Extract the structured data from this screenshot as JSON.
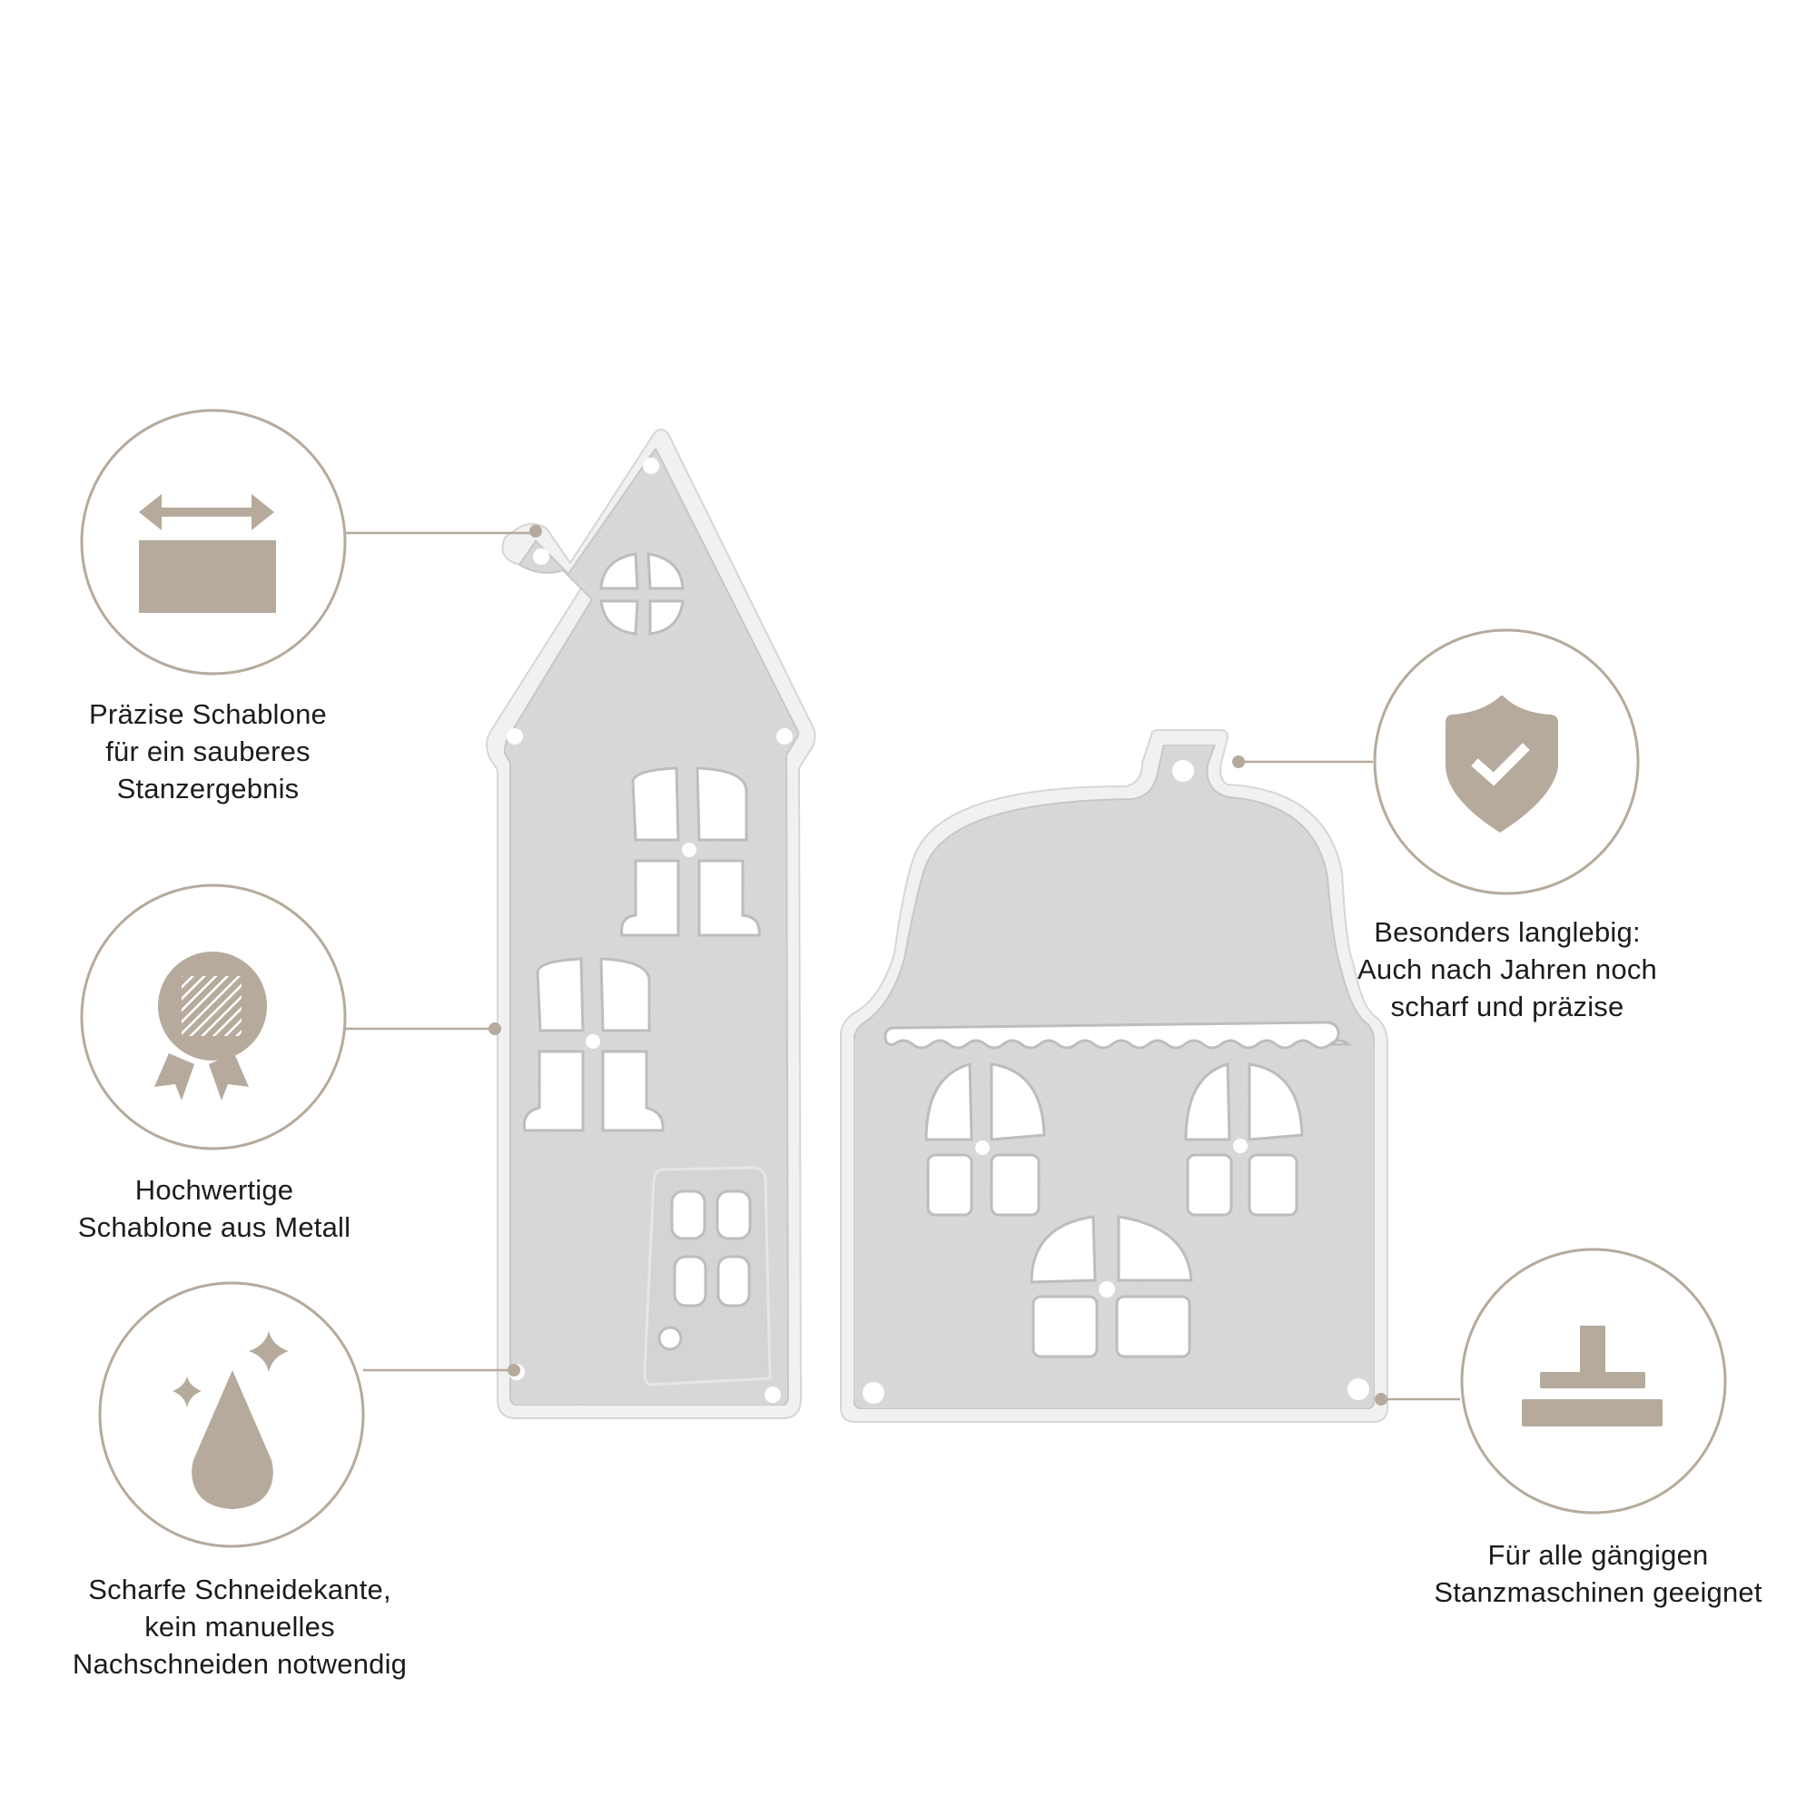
{
  "colors": {
    "accent": "#b5aa9c",
    "text": "#1c1c1c",
    "metal": "#dcdcdc",
    "metal_edge": "#eeeeee",
    "background": "#ffffff"
  },
  "product": {
    "items": [
      {
        "name": "tall-house-die",
        "description": "Tall narrow house die with pointed gable roof, chimney, quatrefoil attic window, two four-pane windows and a door"
      },
      {
        "name": "wide-house-die",
        "description": "Wide house die with domed roof, hanging tab, scalloped trim, two arched four-pane windows and arched door"
      }
    ]
  },
  "features": [
    {
      "icon": "dimension-arrow-icon",
      "lines": [
        "Präzise Schablone",
        "für ein sauberes",
        "Stanzergebnis"
      ]
    },
    {
      "icon": "medal-icon",
      "lines": [
        "Hochwertige",
        "Schablone aus Metall"
      ]
    },
    {
      "icon": "sparkle-drop-icon",
      "lines": [
        "Scharfe Schneidekante,",
        "kein manuelles",
        "Nachschneiden notwendig"
      ]
    },
    {
      "icon": "shield-check-icon",
      "lines": [
        "Besonders langlebig:",
        "Auch nach Jahren noch",
        "scharf und präzise"
      ]
    },
    {
      "icon": "stamp-press-icon",
      "lines": [
        "Für alle gängigen",
        "Stanzmaschinen geeignet"
      ]
    }
  ]
}
